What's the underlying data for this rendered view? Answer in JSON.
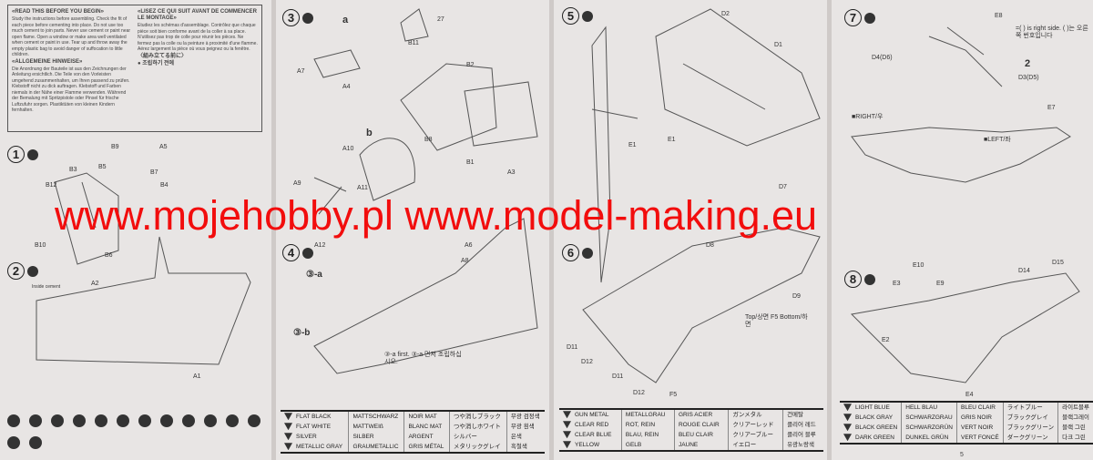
{
  "notes": {
    "en_title": "«READ THIS BEFORE YOU BEGIN»",
    "en_text": "Study the instructions before assembling. Check the fit of each piece before cementing into place. Do not use too much cement to join parts. Never use cement or paint near open flame. Open a window or make area well ventilated when cement or paint in use. Tear up and throw away the empty plastic bag to avoid danger of suffocation to little children.",
    "de_title": "«ALLGEMEINE HINWEISE»",
    "de_text": "Die Anordnung der Bauteile ist aus den Zeichnungen der Anleitung ersichtlich. Die Teile von den Vorleisten umgehend zusammenhalten, um Ihren passend zu prüfen. Klebstoff nicht zu dick auftragen. Klebstoff und Farben niemals in der Nähe einer Flamme verwenden. Während der Bemalung mit Spritzpistole oder Pinsel für frische Luftzufuhr sorgen. Plastiktüten von kleinen Kindern fernhalten.",
    "fr_title": "«LISEZ CE QUI SUIT AVANT DE COMMENCER LE MONTAGE»",
    "fr_text": "Etudiez les schémas d'assemblage. Contrôlez que chaque pièce soit bien conforme avant de la coller à sa place. N'utilisez pas trop de colle pour réunir les pièces. Ne fermez pas la colle ou la peinture à proximité d'une flamme. Aérez largement la pièce où vous peignez ou la fenêtre.",
    "jp_title": "〈組み立てる前に〉",
    "kr_title": "● 조립하기 전에"
  },
  "steps": [
    "1",
    "2",
    "3",
    "4",
    "5",
    "6",
    "7",
    "8"
  ],
  "parts": {
    "s1": [
      "B9",
      "A5",
      "B3",
      "B5",
      "B7",
      "B4",
      "B12",
      "B10",
      "B6"
    ],
    "s2": [
      "A2",
      "A1"
    ],
    "s3": [
      "a",
      "27",
      "A7",
      "B11",
      "B2",
      "A4",
      "B8",
      "A10",
      "b",
      "B1",
      "A3",
      "A9",
      "A12",
      "A11"
    ],
    "s4": [
      "③-a",
      "A6",
      "A8",
      "③-b"
    ],
    "s4_note": "③-a first. ③-a 먼저 조립하십시오.",
    "s5": [
      "D2",
      "D1",
      "E1",
      "E1"
    ],
    "s6": [
      "D7",
      "D8",
      "D9",
      "D11",
      "D12",
      "D11",
      "D12",
      "F5"
    ],
    "s6_note": "Top/상면 F5 Bottom/하면",
    "s7": [
      "E8",
      "D4(D6)",
      "D3(D5)",
      "E7",
      "2"
    ],
    "s7_note": "=( ) is right side. ( )는 오른쪽 번호입니다",
    "s7_sides": [
      "■RIGHT/우",
      "■LEFT/좌"
    ],
    "s8": [
      "E10",
      "E3",
      "E9",
      "D14",
      "D15",
      "E2",
      "E4"
    ],
    "cement_note": "Inside cement"
  },
  "watermark": "www.mojehobby.pl www.model-making.eu",
  "paint_tables": [
    [
      [
        "1",
        "FLAT BLACK",
        "MATTSCHWARZ",
        "NOIR MAT",
        "つや消しブラック",
        "무광 검정색"
      ],
      [
        "2",
        "FLAT WHITE",
        "MATTWEIß",
        "BLANC MAT",
        "つや消しホワイト",
        "무광 흰색"
      ],
      [
        "3",
        "SILVER",
        "SILBER",
        "ARGENT",
        "シルバー",
        "은색"
      ],
      [
        "4",
        "METALLIC GRAY",
        "GRAUMETALLIC",
        "GRIS MÉTAL",
        "メタリックグレイ",
        "흑철색"
      ]
    ],
    [
      [
        "5",
        "GUN METAL",
        "METALLGRAU",
        "GRIS ACIER",
        "ガンメタル",
        "건메탈"
      ],
      [
        "6",
        "CLEAR RED",
        "ROT, REIN",
        "ROUGE CLAIR",
        "クリアーレッド",
        "클리어 레드"
      ],
      [
        "7",
        "CLEAR BLUE",
        "BLAU, REIN",
        "BLEU CLAIR",
        "クリアーブルー",
        "클리어 블루"
      ],
      [
        "8",
        "YELLOW",
        "GELB",
        "JAUNE",
        "イエロー",
        "유광노랑색"
      ]
    ],
    [
      [
        "9",
        "LIGHT BLUE",
        "HELL BLAU",
        "BLEU CLAIR",
        "ライトブルー",
        "라이트블루"
      ],
      [
        "10",
        "BLACK GRAY",
        "SCHWARZGRAU",
        "GRIS NOIR",
        "ブラックグレイ",
        "블랙그레이"
      ],
      [
        "11",
        "BLACK GREEN",
        "SCHWARZGRÜN",
        "VERT NOIR",
        "ブラックグリーン",
        "블랙 그린"
      ],
      [
        "12",
        "DARK GREEN",
        "DUNKEL GRÜN",
        "VERT FONCÉ",
        "ダークグリーン",
        "다크 그린"
      ]
    ]
  ],
  "page_number": "5",
  "colors": {
    "paper": "#e8e5e4",
    "ink": "#333333",
    "watermark": "#f20d0d"
  }
}
